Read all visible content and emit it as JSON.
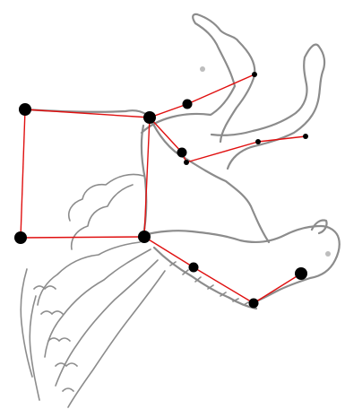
{
  "figure": {
    "subject": "pegasus-constellation",
    "colors": {
      "background": "#ffffff",
      "outline": "#8c8c8c",
      "lines": "#e01010",
      "stars": "#000000"
    },
    "stars": [
      {
        "id": "s1",
        "size": "large"
      },
      {
        "id": "s2",
        "size": "large"
      },
      {
        "id": "s3",
        "size": "large"
      },
      {
        "id": "s4",
        "size": "large"
      },
      {
        "id": "s5",
        "size": "medium"
      },
      {
        "id": "s6",
        "size": "small"
      },
      {
        "id": "s7",
        "size": "medium"
      },
      {
        "id": "s8",
        "size": "small"
      },
      {
        "id": "s9",
        "size": "small"
      },
      {
        "id": "s10",
        "size": "small"
      },
      {
        "id": "s11",
        "size": "medium"
      },
      {
        "id": "s12",
        "size": "medium"
      },
      {
        "id": "s13",
        "size": "large"
      }
    ],
    "connections": [
      [
        "s1",
        "s2"
      ],
      [
        "s2",
        "s3"
      ],
      [
        "s3",
        "s4"
      ],
      [
        "s4",
        "s1"
      ],
      [
        "s2",
        "s5"
      ],
      [
        "s5",
        "s6"
      ],
      [
        "s2",
        "s7"
      ],
      [
        "s7",
        "s8"
      ],
      [
        "s8",
        "s9"
      ],
      [
        "s9",
        "s10"
      ],
      [
        "s3",
        "s11"
      ],
      [
        "s11",
        "s12"
      ],
      [
        "s12",
        "s13"
      ]
    ]
  }
}
